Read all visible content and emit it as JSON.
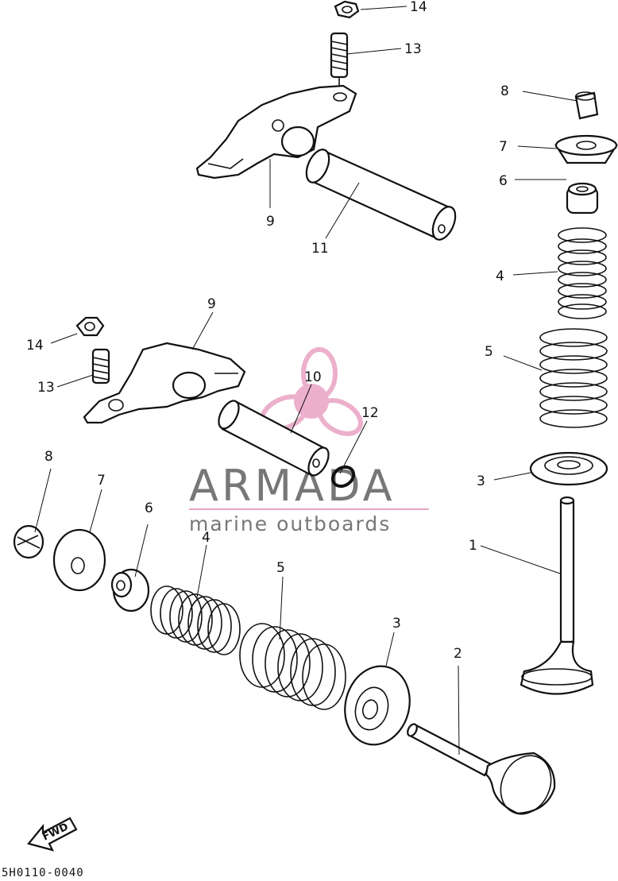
{
  "diagram": {
    "drawing_code": "5H0110-0040",
    "direction_marker": "FWD",
    "callouts": {
      "c1": "1",
      "c2": "2",
      "c3a": "3",
      "c3b": "3",
      "c4a": "4",
      "c4b": "4",
      "c5a": "5",
      "c5b": "5",
      "c6a": "6",
      "c6b": "6",
      "c7a": "7",
      "c7b": "7",
      "c8a": "8",
      "c8b": "8",
      "c9a": "9",
      "c9b": "9",
      "c10": "10",
      "c11": "11",
      "c12": "12",
      "c13a": "13",
      "c13b": "13",
      "c14a": "14",
      "c14b": "14"
    }
  },
  "watermark": {
    "brand": "ARMADA",
    "tagline": "marine outboards",
    "accent_color": "#e9a3c4",
    "text_color": "#777777"
  }
}
